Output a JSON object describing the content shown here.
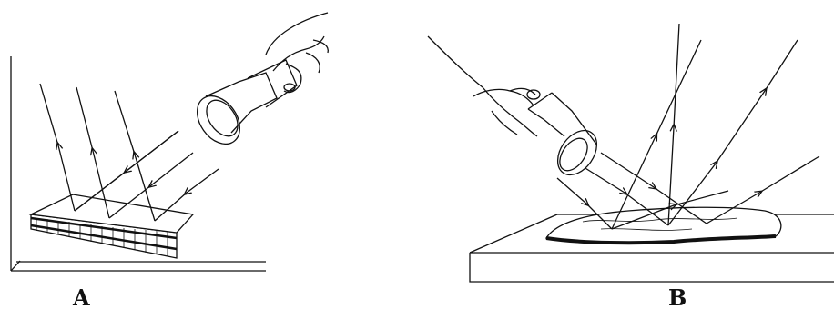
{
  "panels": [
    {
      "label": "A",
      "surface": "smooth-mirror"
    },
    {
      "label": "B",
      "surface": "rough-water"
    }
  ],
  "icons": {
    "panel_a": [
      "hand-icon",
      "flashlight-icon",
      "mirror-icon"
    ],
    "panel_b": [
      "hand-icon",
      "flashlight-icon",
      "water-puddle-icon"
    ]
  },
  "colors": {
    "ink": "#111111",
    "background": "#ffffff"
  }
}
